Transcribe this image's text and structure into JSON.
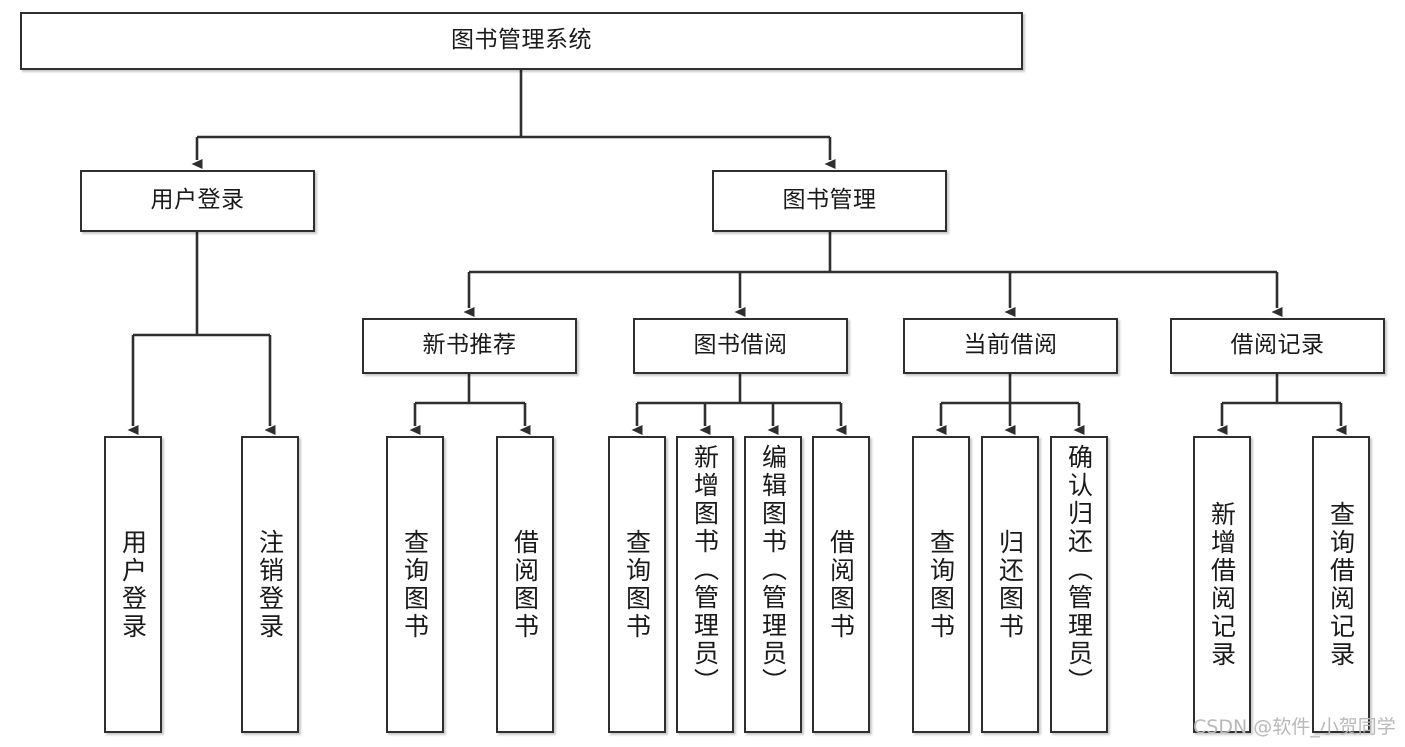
{
  "diagram": {
    "type": "tree",
    "title": "图书管理系统",
    "orientation": "top-down",
    "style": {
      "box_fill": "#ffffff",
      "box_stroke": "#2f2f2f",
      "text_color": "#1a1a1a",
      "edge_color": "#2f2f2f",
      "watermark_color": "#b9b9b9"
    },
    "nodes": {
      "root": {
        "label": "图书管理系统",
        "level": 1
      },
      "l2": [
        {
          "id": "user_login",
          "label": "用户登录",
          "level": 2
        },
        {
          "id": "book_manage",
          "label": "图书管理",
          "level": 2
        }
      ],
      "l3": [
        {
          "id": "new_book_rec",
          "label": "新书推荐",
          "level": 3,
          "parent": "book_manage"
        },
        {
          "id": "book_borrow",
          "label": "图书借阅",
          "level": 3,
          "parent": "book_manage"
        },
        {
          "id": "current_borrow",
          "label": "当前借阅",
          "level": 3,
          "parent": "book_manage"
        },
        {
          "id": "borrow_record",
          "label": "借阅记录",
          "level": 3,
          "parent": "book_manage"
        }
      ],
      "leaves": [
        {
          "id": "leaf_user_login",
          "label": "用户登录",
          "parent": "user_login"
        },
        {
          "id": "leaf_logout",
          "label": "注销登录",
          "parent": "user_login"
        },
        {
          "id": "leaf_query_book_1",
          "label": "查询图书",
          "parent": "new_book_rec"
        },
        {
          "id": "leaf_borrow_book_1",
          "label": "借阅图书",
          "parent": "new_book_rec"
        },
        {
          "id": "leaf_query_book_2",
          "label": "查询图书",
          "parent": "book_borrow"
        },
        {
          "id": "leaf_add_book",
          "label": "新增图书（管理员）",
          "parent": "book_borrow"
        },
        {
          "id": "leaf_edit_book",
          "label": "编辑图书（管理员）",
          "parent": "book_borrow"
        },
        {
          "id": "leaf_borrow_book_2",
          "label": "借阅图书",
          "parent": "book_borrow"
        },
        {
          "id": "leaf_query_book_3",
          "label": "查询图书",
          "parent": "current_borrow"
        },
        {
          "id": "leaf_return_book",
          "label": "归还图书",
          "parent": "current_borrow"
        },
        {
          "id": "leaf_confirm_return",
          "label": "确认归还（管理员）",
          "parent": "current_borrow"
        },
        {
          "id": "leaf_add_record",
          "label": "新增借阅记录",
          "parent": "borrow_record"
        },
        {
          "id": "leaf_query_record",
          "label": "查询借阅记录",
          "parent": "borrow_record"
        }
      ]
    }
  },
  "watermark": {
    "text": "CSDN @软件_小贺同学"
  }
}
